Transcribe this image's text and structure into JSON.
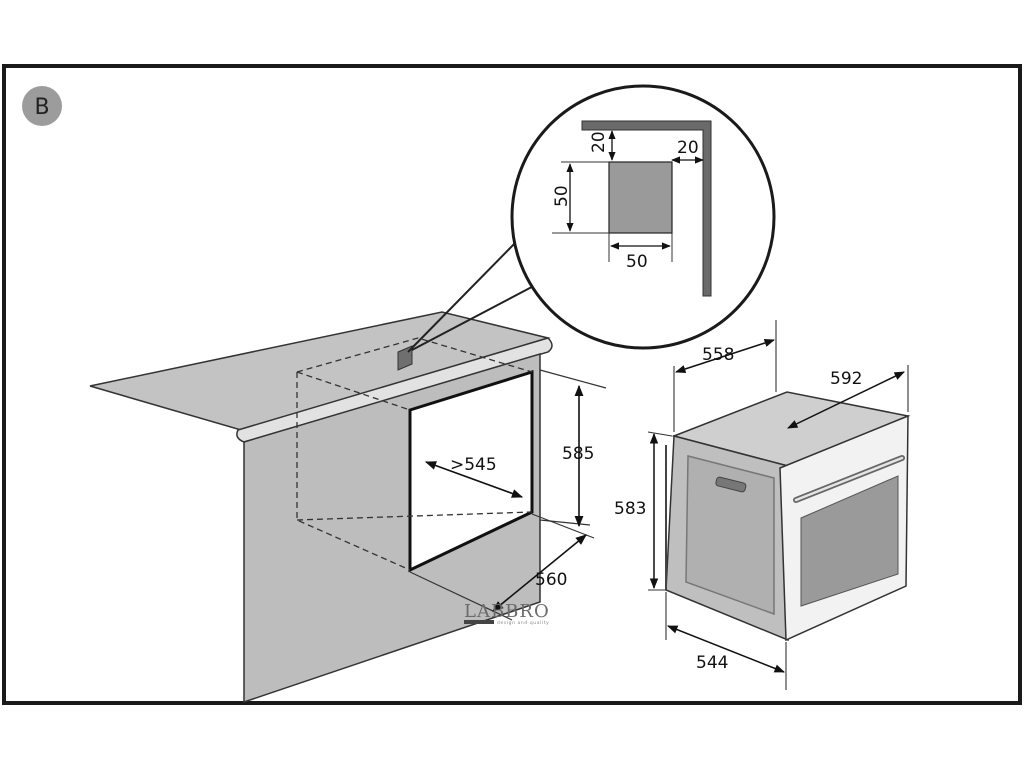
{
  "badge": {
    "label": "B"
  },
  "detail": {
    "offset_top": "20",
    "offset_side": "20",
    "cutout_height": "50",
    "cutout_width": "50"
  },
  "cabinet": {
    "depth_min": ">545",
    "niche_height": "585",
    "niche_width": "560"
  },
  "oven": {
    "depth_top": "558",
    "width": "592",
    "height": "583",
    "depth_bottom": "544"
  },
  "logo": {
    "name": "LABBRO",
    "tagline": "design and quality"
  },
  "colors": {
    "frame": "#1a1a1a",
    "panel": "#bfbfbf",
    "panel_dark": "#8f8f8f",
    "badge": "#9c9c9c"
  }
}
